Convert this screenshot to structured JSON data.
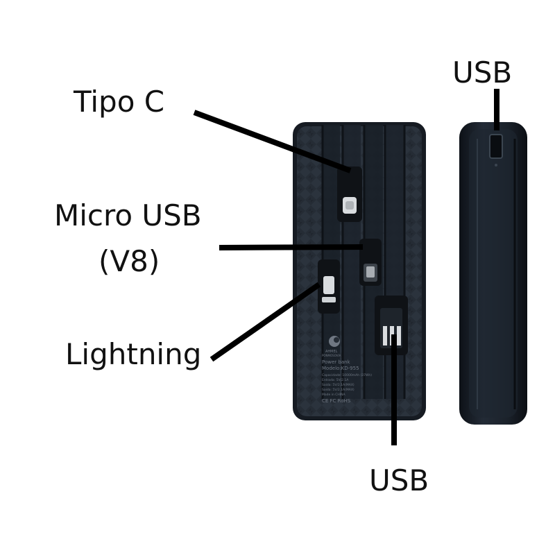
{
  "labels": {
    "tipo_c": "Tipo C",
    "micro_usb": "Micro USB",
    "micro_usb_sub": "(V8)",
    "lightning": "Lightning",
    "usb_side": "USB",
    "usb_bottom": "USB"
  },
  "device_text": {
    "brand": "AHMEL",
    "brand_sub": "PONMOSOVIA",
    "product": "Power bank",
    "model": "Modelo:KD-955",
    "capacity": "Capacidade: 10000mAh (37Wh)",
    "input": "Entrada: 5V/2.1A",
    "output": "Saida: 5V/2.1A(MAX)",
    "output2": "Saida: 5V/2.1A(MAX)",
    "made_in": "Made in CHINA",
    "certs": "CE FC RoHS"
  },
  "colors": {
    "device_body": "#232a33",
    "device_dark": "#151a21",
    "connector": "#0f1216",
    "metal": "#d9dcdf",
    "line": "#000000",
    "text": "#111111"
  }
}
